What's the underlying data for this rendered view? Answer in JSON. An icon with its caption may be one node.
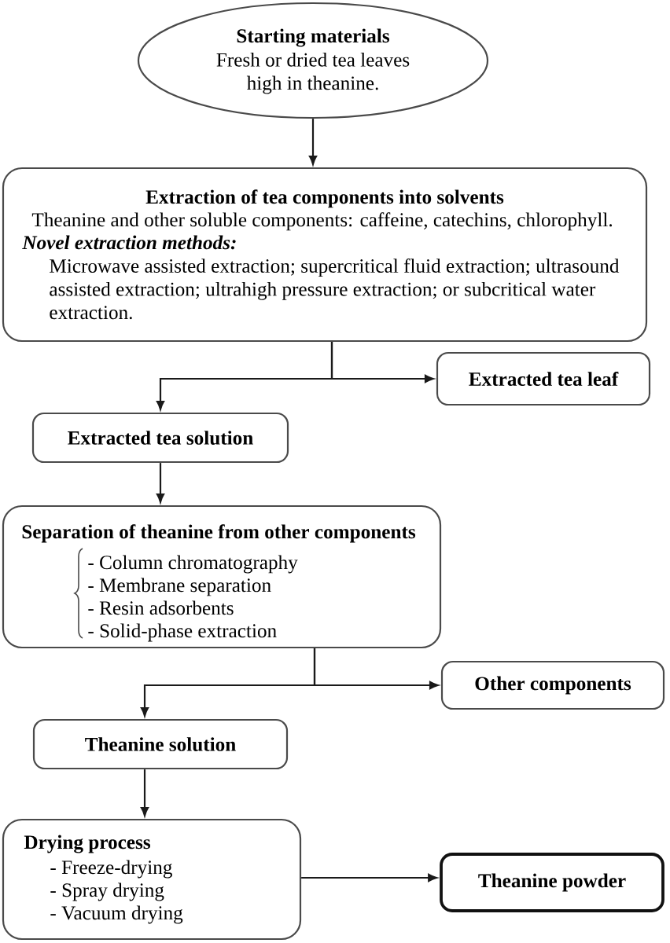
{
  "diagram": {
    "nodes": [
      {
        "text": [
          "Starting materials",
          "Fresh or dried tea leaves high in theanine."
        ]
      },
      {
        "text": [
          "Extraction of tea components into solvents",
          "Theanine and other soluble components: caffeine, catechins, chlorophyll.",
          "Novel extraction methods:",
          "Microwave assisted extraction; supercritical fluid extraction; ultrasound assisted extraction; ultrahigh pressure extraction; or subcritical water extraction."
        ]
      },
      {
        "text": [
          "Extracted tea leaf"
        ]
      },
      {
        "text": [
          "Extracted tea solution"
        ]
      },
      {
        "text": [
          "Separation of theanine from other components",
          "- Column chromatography",
          "- Membrane separation",
          "- Resin adsorbents",
          "- Solid-phase extraction"
        ]
      },
      {
        "text": [
          "Other components"
        ]
      },
      {
        "text": [
          "Theanine solution"
        ]
      },
      {
        "text": [
          "Drying process",
          "- Freeze-drying",
          "- Spray drying",
          "- Vacuum drying"
        ]
      },
      {
        "text": [
          "Theanine powder"
        ]
      }
    ],
    "edges": [
      {
        "from": 0,
        "to": 1,
        "arrow": "to"
      },
      {
        "from": 1,
        "to": 2,
        "arrow": "to"
      },
      {
        "from": 1,
        "to": 3,
        "arrow": "to"
      },
      {
        "from": 3,
        "to": 4,
        "arrow": "to"
      },
      {
        "from": 4,
        "to": 5,
        "arrow": "to"
      },
      {
        "from": 4,
        "to": 6,
        "arrow": "to"
      },
      {
        "from": 6,
        "to": 7,
        "arrow": "to"
      },
      {
        "from": 7,
        "to": 8,
        "arrow": "to"
      }
    ]
  }
}
